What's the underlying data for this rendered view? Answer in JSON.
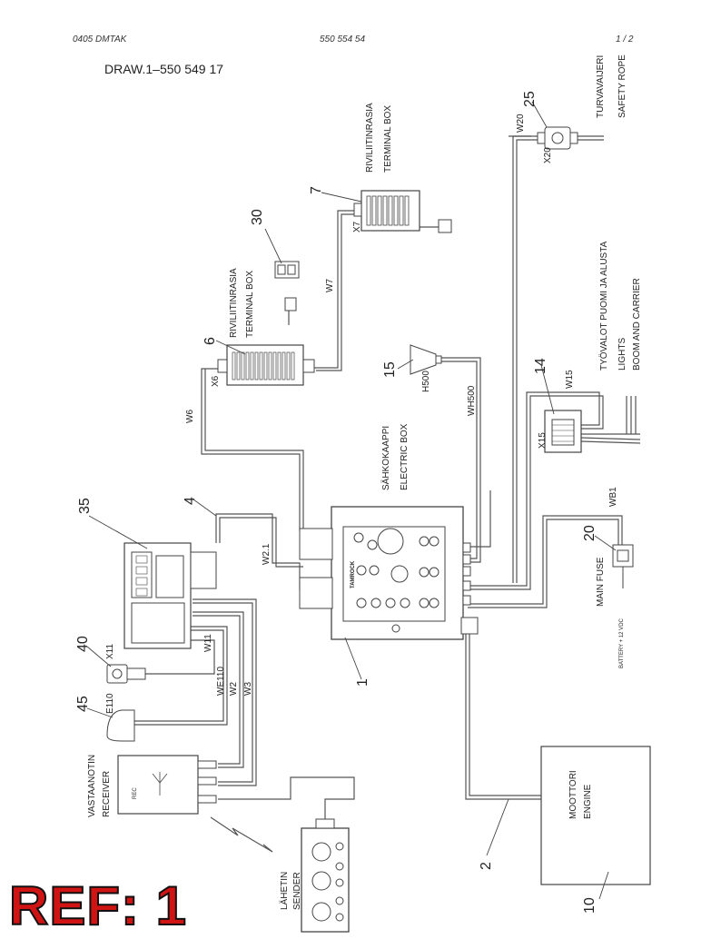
{
  "header": {
    "left": "0405 DMTAK",
    "center": "550 554 54",
    "page": "1 /   2"
  },
  "drawing_title": "DRAW.1–550 549 17",
  "ref_label": "REF: 1",
  "callouts": [
    "1",
    "2",
    "4",
    "6",
    "7",
    "10",
    "14",
    "15",
    "20",
    "25",
    "30",
    "35",
    "40",
    "45"
  ],
  "wires": [
    "W20",
    "X20",
    "X7",
    "W7",
    "W6",
    "X6",
    "WH500",
    "W15",
    "X15",
    "WB1",
    "W2.1",
    "W11",
    "WE110",
    "W2",
    "W3",
    "X11",
    "E110",
    "H500"
  ],
  "labels": {
    "safety_fi": "TURVAVAIJERI",
    "safety_en": "SAFETY ROPE",
    "tb7_fi": "RIVILIITINRASIA",
    "tb7_en": "TERMINAL BOX",
    "tb6_fi": "RIVILIITINRASIA",
    "tb6_en": "TERMINAL BOX",
    "lights_fi": "TYÖVALOT PUOMI JA ALUSTA",
    "lights_en1": "LIGHTS",
    "lights_en2": "BOOM AND CARRIER",
    "ebox_fi": "SÄHKOKAAPPI",
    "ebox_en": "ELECTRIC BOX",
    "main_fuse": "MAIN FUSE",
    "battery": "BATTERY + 12 VDC",
    "engine_fi": "MOOTTORI",
    "engine_en": "ENGINE",
    "receiver_fi": "VASTAANOTIN",
    "receiver_en": "RECEIVER",
    "rec": "REC",
    "sender_fi": "LÄHETIN",
    "sender_en": "SENDER",
    "tamrock": "TAMROCK"
  },
  "colors": {
    "line": "#555555",
    "ref_red": "#d01414"
  }
}
